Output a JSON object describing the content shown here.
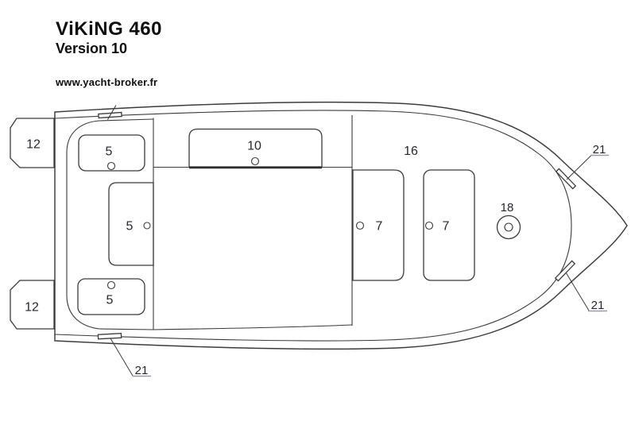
{
  "header": {
    "title": "ViKiNG 460",
    "version": "Version 10",
    "website": "www.yacht-broker.fr"
  },
  "colors": {
    "background": "#ffffff",
    "line": "#3b3b3b",
    "text": "#26262e",
    "label_underline": "#9a9aa5"
  },
  "diagram": {
    "type": "boat-deck-plan-top-view",
    "labels": {
      "platform_top": "12",
      "platform_bottom": "12",
      "locker_top": "5",
      "locker_middle": "5",
      "locker_bottom": "5",
      "seat_10": "10",
      "bow_deck_16": "16",
      "seat_7_left": "7",
      "seat_7_right": "7",
      "fitting_18": "18",
      "cleat_label_top_right": "21",
      "cleat_label_bottom_right": "21",
      "cleat_label_stern": "21"
    }
  }
}
